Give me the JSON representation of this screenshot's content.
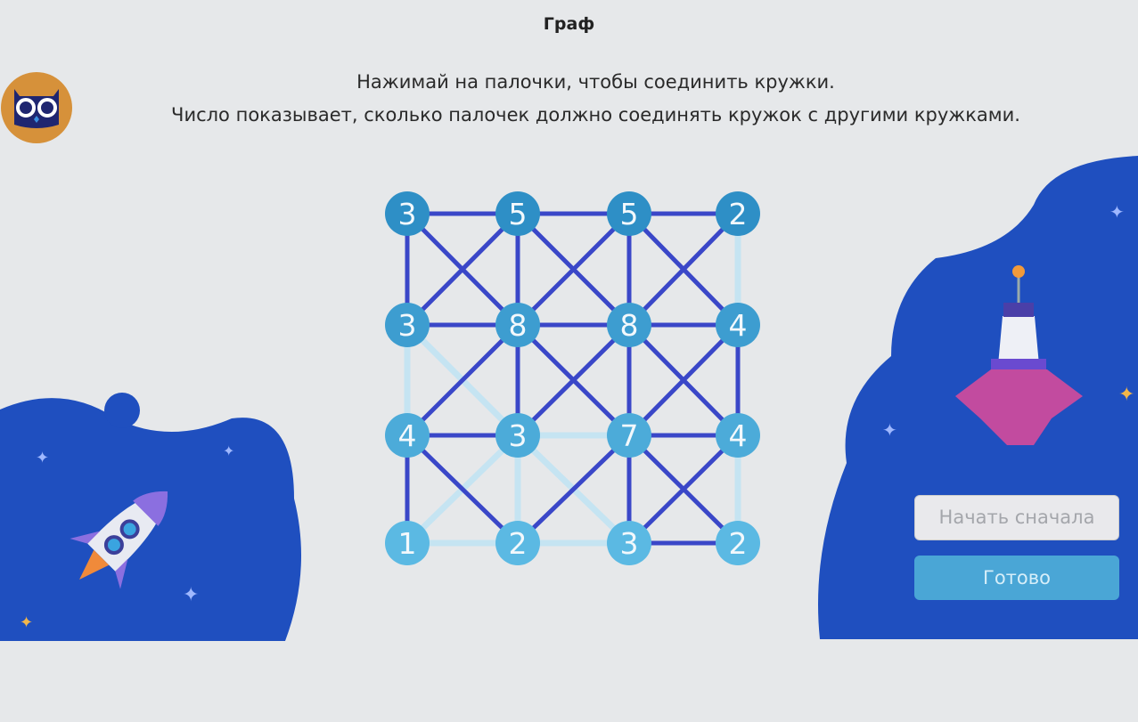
{
  "header": {
    "title": "Граф"
  },
  "instructions": {
    "line1": "Нажимай на палочки, чтобы соединить кружки.",
    "line2": "Число показывает, сколько палочек должно соединять кружок с другими кружками."
  },
  "buttons": {
    "restart": "Начать сначала",
    "done": "Готово"
  },
  "colors": {
    "active_edge": "#3a47c8",
    "inactive_edge": "#c5e4f2",
    "node_dark": "#2e8fc6",
    "node_light": "#5bb9e3",
    "blob": "#1f4fbf"
  },
  "graph": {
    "nodes": [
      [
        3,
        5,
        5,
        2
      ],
      [
        3,
        8,
        8,
        4
      ],
      [
        4,
        3,
        7,
        4
      ],
      [
        1,
        2,
        3,
        2
      ]
    ],
    "edges": [
      {
        "a": [
          0,
          0
        ],
        "b": [
          0,
          1
        ],
        "active": true
      },
      {
        "a": [
          0,
          1
        ],
        "b": [
          0,
          2
        ],
        "active": true
      },
      {
        "a": [
          0,
          2
        ],
        "b": [
          0,
          3
        ],
        "active": true
      },
      {
        "a": [
          0,
          0
        ],
        "b": [
          1,
          0
        ],
        "active": true
      },
      {
        "a": [
          0,
          1
        ],
        "b": [
          1,
          1
        ],
        "active": true
      },
      {
        "a": [
          0,
          2
        ],
        "b": [
          1,
          2
        ],
        "active": true
      },
      {
        "a": [
          0,
          3
        ],
        "b": [
          1,
          3
        ],
        "active": false
      },
      {
        "a": [
          0,
          0
        ],
        "b": [
          1,
          1
        ],
        "active": true
      },
      {
        "a": [
          0,
          1
        ],
        "b": [
          1,
          0
        ],
        "active": true
      },
      {
        "a": [
          0,
          1
        ],
        "b": [
          1,
          2
        ],
        "active": true
      },
      {
        "a": [
          0,
          2
        ],
        "b": [
          1,
          1
        ],
        "active": true
      },
      {
        "a": [
          0,
          2
        ],
        "b": [
          1,
          3
        ],
        "active": true
      },
      {
        "a": [
          0,
          3
        ],
        "b": [
          1,
          2
        ],
        "active": true
      },
      {
        "a": [
          1,
          0
        ],
        "b": [
          1,
          1
        ],
        "active": true
      },
      {
        "a": [
          1,
          1
        ],
        "b": [
          1,
          2
        ],
        "active": true
      },
      {
        "a": [
          1,
          2
        ],
        "b": [
          1,
          3
        ],
        "active": true
      },
      {
        "a": [
          1,
          0
        ],
        "b": [
          2,
          0
        ],
        "active": false
      },
      {
        "a": [
          1,
          1
        ],
        "b": [
          2,
          1
        ],
        "active": true
      },
      {
        "a": [
          1,
          2
        ],
        "b": [
          2,
          2
        ],
        "active": true
      },
      {
        "a": [
          1,
          3
        ],
        "b": [
          2,
          3
        ],
        "active": true
      },
      {
        "a": [
          1,
          1
        ],
        "b": [
          2,
          0
        ],
        "active": true
      },
      {
        "a": [
          1,
          0
        ],
        "b": [
          2,
          1
        ],
        "active": false
      },
      {
        "a": [
          1,
          1
        ],
        "b": [
          2,
          2
        ],
        "active": true
      },
      {
        "a": [
          1,
          2
        ],
        "b": [
          2,
          1
        ],
        "active": true
      },
      {
        "a": [
          1,
          2
        ],
        "b": [
          2,
          3
        ],
        "active": true
      },
      {
        "a": [
          1,
          3
        ],
        "b": [
          2,
          2
        ],
        "active": true
      },
      {
        "a": [
          2,
          0
        ],
        "b": [
          2,
          1
        ],
        "active": true
      },
      {
        "a": [
          2,
          1
        ],
        "b": [
          2,
          2
        ],
        "active": false
      },
      {
        "a": [
          2,
          2
        ],
        "b": [
          2,
          3
        ],
        "active": true
      },
      {
        "a": [
          2,
          0
        ],
        "b": [
          3,
          0
        ],
        "active": true
      },
      {
        "a": [
          2,
          1
        ],
        "b": [
          3,
          1
        ],
        "active": false
      },
      {
        "a": [
          2,
          2
        ],
        "b": [
          3,
          2
        ],
        "active": true
      },
      {
        "a": [
          2,
          3
        ],
        "b": [
          3,
          3
        ],
        "active": false
      },
      {
        "a": [
          2,
          0
        ],
        "b": [
          3,
          1
        ],
        "active": true
      },
      {
        "a": [
          2,
          1
        ],
        "b": [
          3,
          0
        ],
        "active": false
      },
      {
        "a": [
          2,
          2
        ],
        "b": [
          3,
          1
        ],
        "active": true
      },
      {
        "a": [
          2,
          1
        ],
        "b": [
          3,
          2
        ],
        "active": false
      },
      {
        "a": [
          2,
          2
        ],
        "b": [
          3,
          3
        ],
        "active": true
      },
      {
        "a": [
          2,
          3
        ],
        "b": [
          3,
          2
        ],
        "active": true
      },
      {
        "a": [
          3,
          0
        ],
        "b": [
          3,
          1
        ],
        "active": false
      },
      {
        "a": [
          3,
          1
        ],
        "b": [
          3,
          2
        ],
        "active": false
      },
      {
        "a": [
          3,
          2
        ],
        "b": [
          3,
          3
        ],
        "active": true
      }
    ]
  }
}
